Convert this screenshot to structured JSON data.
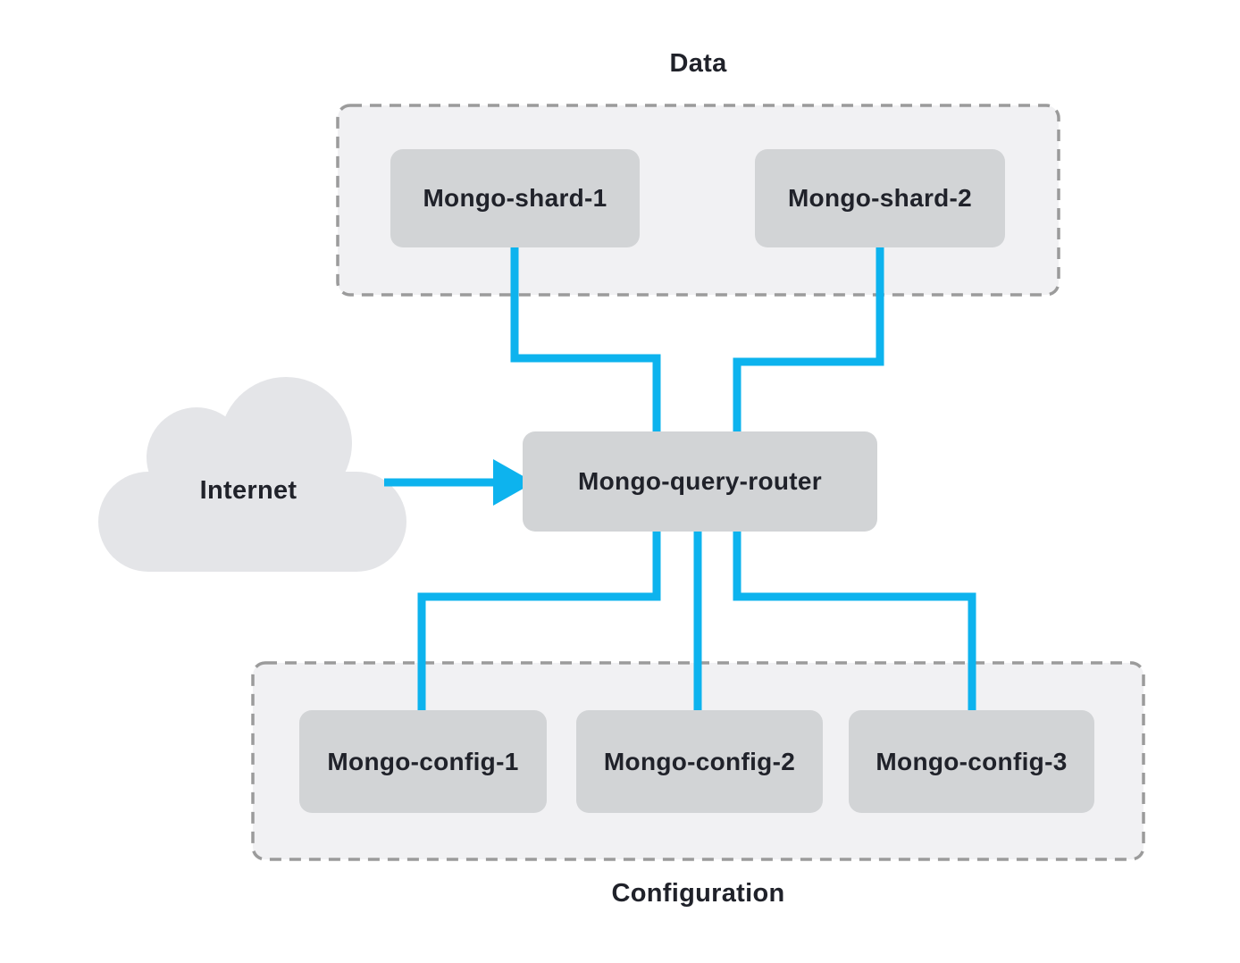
{
  "groups": {
    "data": {
      "label": "Data"
    },
    "configuration": {
      "label": "Configuration"
    }
  },
  "nodes": {
    "internet": {
      "label": "Internet",
      "shape": "cloud"
    },
    "shard1": {
      "label": "Mongo-shard-1"
    },
    "shard2": {
      "label": "Mongo-shard-2"
    },
    "router": {
      "label": "Mongo-query-router"
    },
    "config1": {
      "label": "Mongo-config-1"
    },
    "config2": {
      "label": "Mongo-config-2"
    },
    "config3": {
      "label": "Mongo-config-3"
    }
  },
  "edges": [
    {
      "from": "internet",
      "to": "router",
      "arrow": true
    },
    {
      "from": "shard1",
      "to": "router"
    },
    {
      "from": "shard2",
      "to": "router"
    },
    {
      "from": "router",
      "to": "config1"
    },
    {
      "from": "router",
      "to": "config2"
    },
    {
      "from": "router",
      "to": "config3"
    }
  ],
  "colors": {
    "connector": "#0db3ee",
    "node_fill": "#d2d4d6",
    "group_fill": "#f1f1f3",
    "group_border": "#9b9b9b",
    "cloud_fill": "#e4e5e8",
    "text": "#20222a",
    "background": "#ffffff"
  }
}
